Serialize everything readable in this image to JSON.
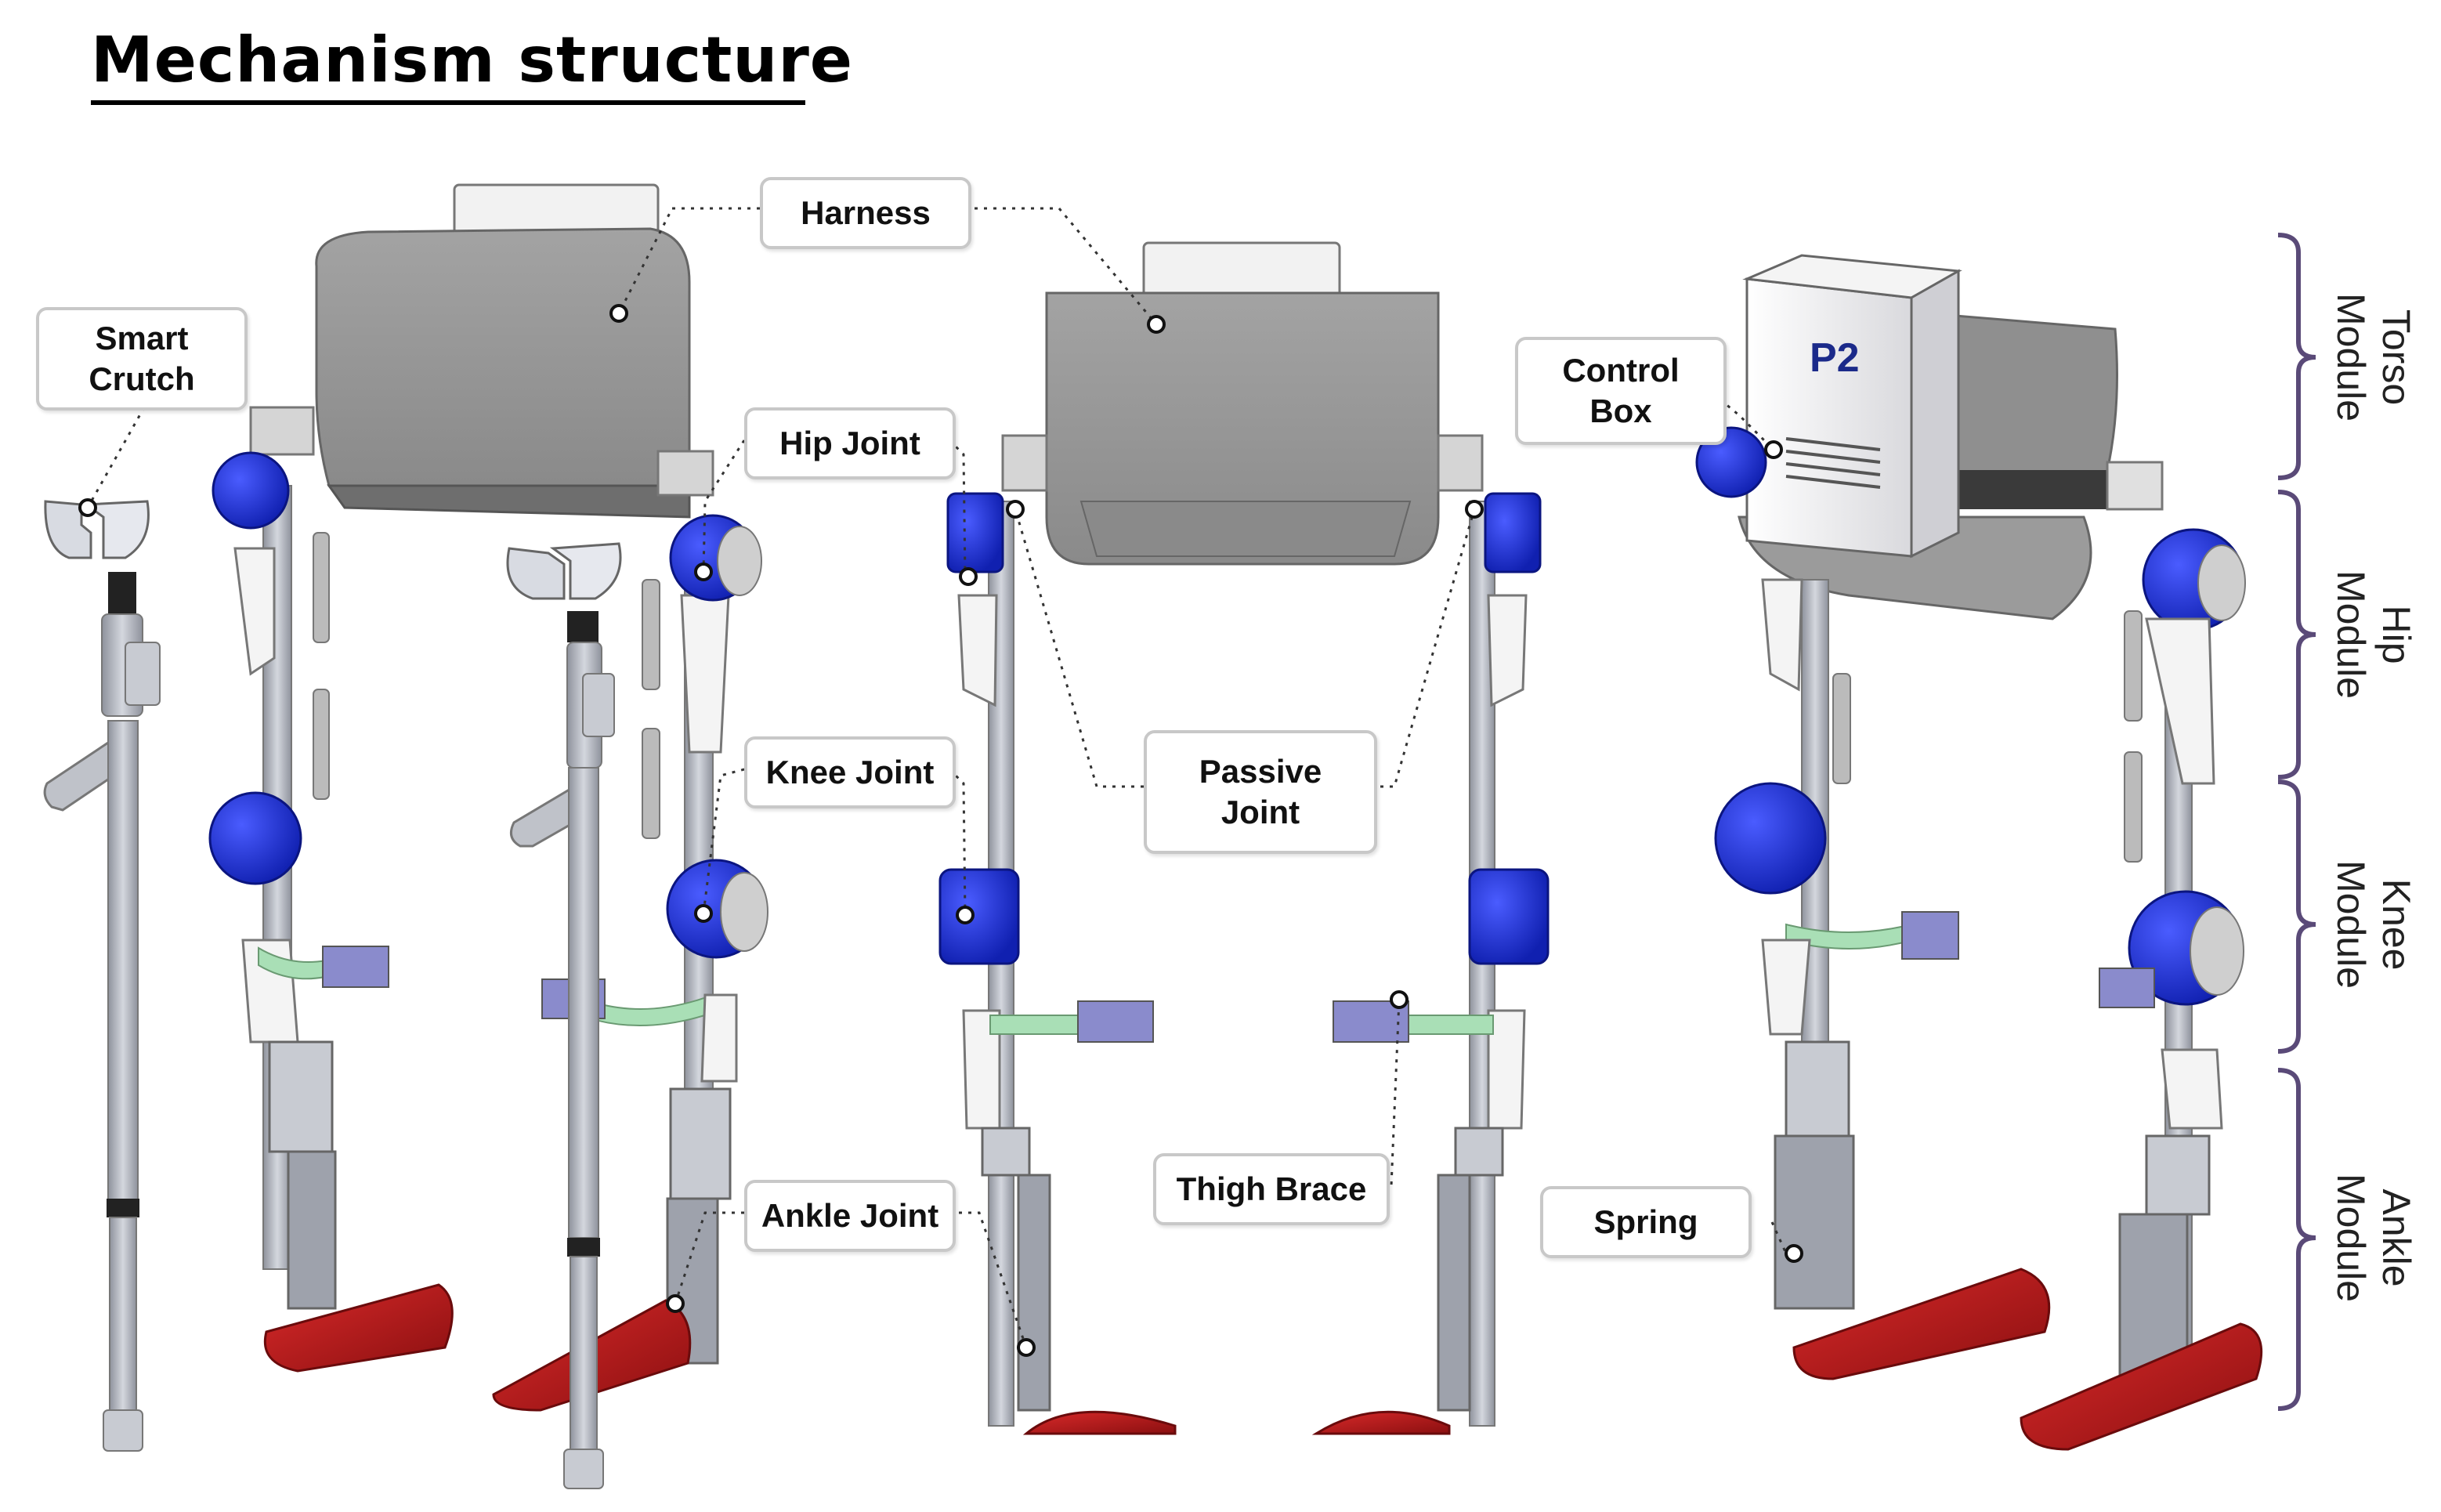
{
  "title": "Mechanism structure",
  "labels": {
    "harness": "Harness",
    "smart_crutch": [
      "Smart",
      "Crutch"
    ],
    "hip_joint": "Hip Joint",
    "knee_joint": "Knee Joint",
    "ankle_joint": "Ankle Joint",
    "passive_joint": [
      "Passive",
      "Joint"
    ],
    "thigh_brace": "Thigh Brace",
    "control_box": [
      "Control",
      "Box"
    ],
    "spring": "Spring"
  },
  "control_box_marking": "P2",
  "modules": [
    {
      "line1": "Torso",
      "line2": "Module"
    },
    {
      "line1": "Hip",
      "line2": "Module"
    },
    {
      "line1": "Knee",
      "line2": "Module"
    },
    {
      "line1": "Ankle",
      "line2": "Module"
    }
  ],
  "colors": {
    "actuator_blue": "#1f2fd6",
    "foot_red": "#c0191c",
    "brace_green": "#a9dfb6",
    "frame_gray": "#b9bcc6",
    "harness_gray": "#9a9a9a",
    "bracket_purple": "#8a8bcc",
    "module_bracket": "#5a4a78"
  }
}
